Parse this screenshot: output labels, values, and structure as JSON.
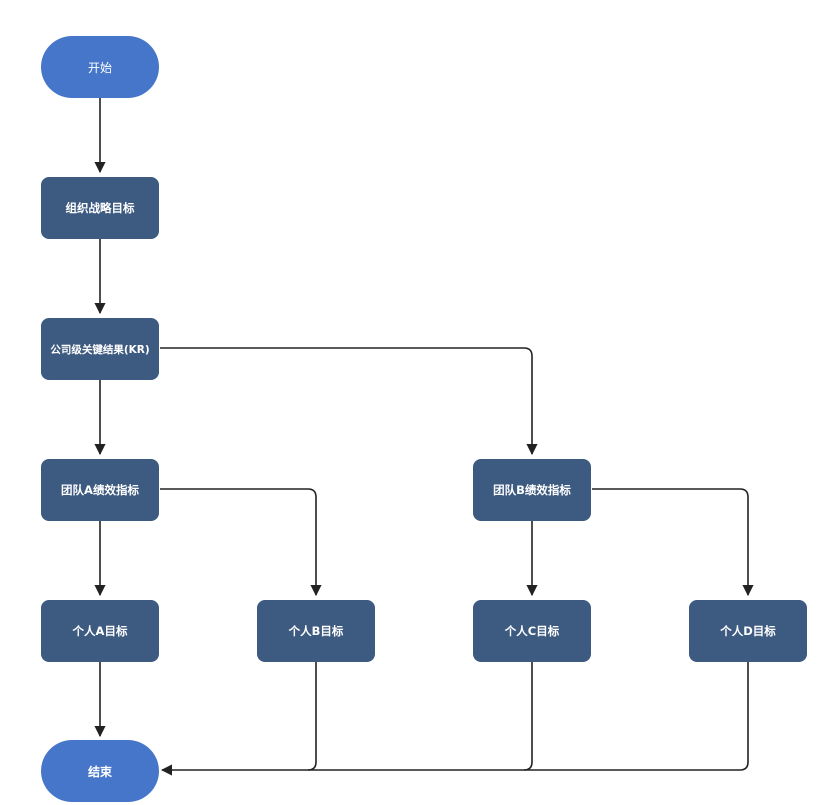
{
  "diagram": {
    "nodes": {
      "start": "开始",
      "org_goal": "组织战略目标",
      "company_kr": "公司级关键结果(KR)",
      "team_a": "团队A绩效指标",
      "team_b": "团队B绩效指标",
      "person_a": "个人A目标",
      "person_b": "个人B目标",
      "person_c": "个人C目标",
      "person_d": "个人D目标",
      "end": "结束"
    },
    "colors": {
      "terminal": "#4676c9",
      "process": "#3d5a80",
      "edge": "#222222",
      "text": "#ffffff"
    }
  }
}
